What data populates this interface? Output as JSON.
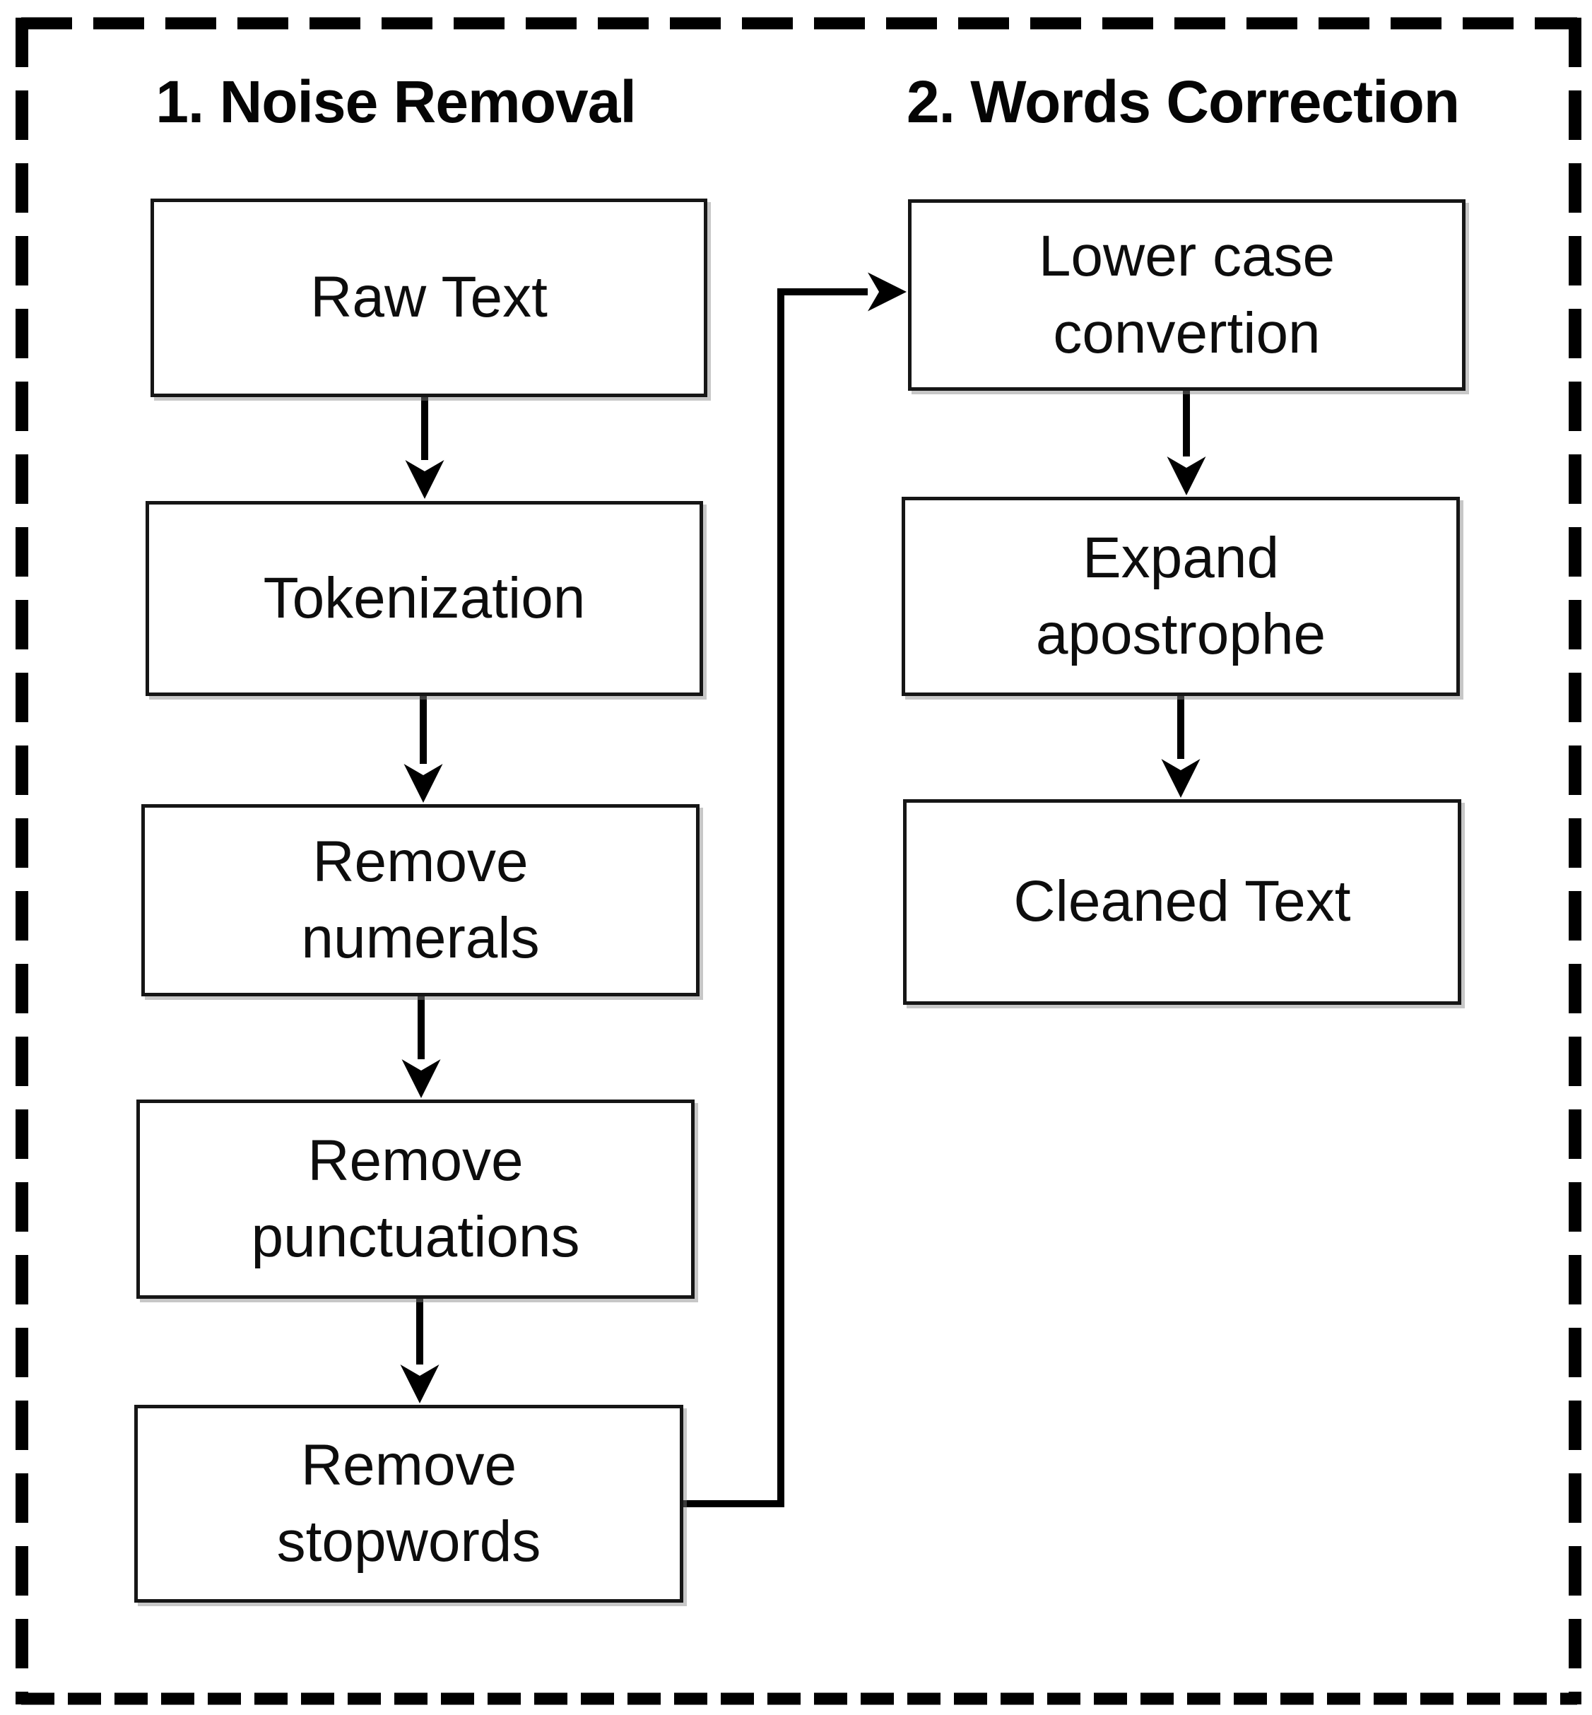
{
  "sections": [
    {
      "title": "1. Noise Removal",
      "nodes": [
        {
          "label": "Raw Text"
        },
        {
          "label": "Tokenization"
        },
        {
          "label": "Remove numerals"
        },
        {
          "label": "Remove punctuations"
        },
        {
          "label": "Remove stopwords"
        }
      ]
    },
    {
      "title": "2. Words Correction",
      "nodes": [
        {
          "label": "Lower case convertion"
        },
        {
          "label": "Expand apostrophe"
        },
        {
          "label": "Cleaned Text"
        }
      ]
    }
  ],
  "edges": [
    {
      "from": "Raw Text",
      "to": "Tokenization"
    },
    {
      "from": "Tokenization",
      "to": "Remove numerals"
    },
    {
      "from": "Remove numerals",
      "to": "Remove punctuations"
    },
    {
      "from": "Remove punctuations",
      "to": "Remove stopwords"
    },
    {
      "from": "Remove stopwords",
      "to": "Lower case convertion"
    },
    {
      "from": "Lower case convertion",
      "to": "Expand apostrophe"
    },
    {
      "from": "Expand apostrophe",
      "to": "Cleaned Text"
    }
  ],
  "colors": {
    "background": "#ffffff",
    "frame": "#000000",
    "box_border": "#161616",
    "arrow": "#000000",
    "text": "#0d0d0d"
  }
}
